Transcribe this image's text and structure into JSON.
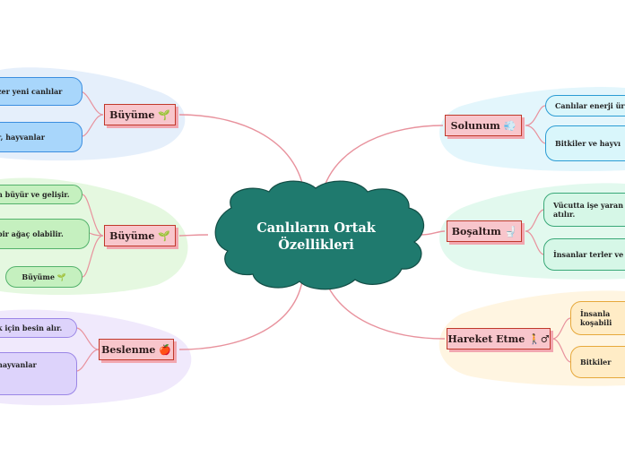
{
  "center": {
    "title_line1": "Canlıların Ortak",
    "title_line2": "Özellikleri"
  },
  "topics": {
    "buyume_1": {
      "label": "Büyüme",
      "emoji": "🌱"
    },
    "buyume_2": {
      "label": "Büyüme",
      "emoji": "🌱"
    },
    "beslenme": {
      "label": "Beslenme",
      "emoji": "🍎"
    },
    "solunum": {
      "label": "Solunum",
      "emoji": "💨"
    },
    "bosaltim": {
      "label": "Boşaltım",
      "emoji": "🚽"
    },
    "hareket": {
      "label": "Hareket Etme",
      "emoji": "🚶♂"
    }
  },
  "leaves": {
    "buyume_1": [
      "zer yeni canlılar",
      "r,  hayvanlar"
    ],
    "buyume_2": [
      "n büyür ve gelişir.",
      "bir ağaç olabilir.",
      "Büyüme 🌱"
    ],
    "beslenme": [
      "k için besin alır.",
      "hayvanlar"
    ],
    "solunum": [
      "Canlılar enerji ür",
      "Bitkiler ve hayvı"
    ],
    "bosaltim": [
      "Vücutta işe yaran atılır.",
      "İnsanlar terler ve"
    ],
    "hareket": [
      "İnsanla koşabili",
      "Bitkiler"
    ]
  },
  "colors": {
    "center_fill": "#1f7a6e",
    "connector": "#e8929d",
    "topic_fill": "#f8c6cc"
  }
}
